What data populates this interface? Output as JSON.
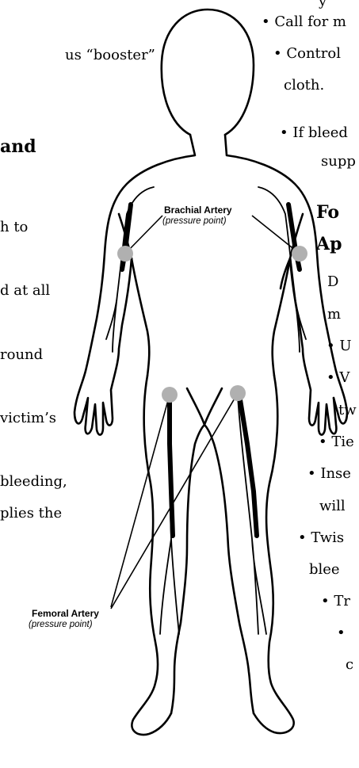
{
  "left_text": {
    "frag_booster": "us “booster”",
    "frag_and": "and",
    "frag_to": "h to",
    "frag_at_all": "d at all",
    "frag_around": "round",
    "frag_victims": "victim’s",
    "frag_bleeding": "bleeding,",
    "frag_applies": "plies the"
  },
  "right_text": {
    "frag_top": "y",
    "call": "• Call for m",
    "control": "• Control",
    "cloth": "cloth.",
    "if_bleed": "• If bleed",
    "supp": "supp",
    "heading_1": "Fo",
    "heading_2": "Ap",
    "frag_d": "D",
    "frag_m": "m",
    "bullet_u": "• U",
    "bullet_w": "• V",
    "frag_tw": "tw",
    "bullet_tie": "• Tie",
    "bullet_inse": "• Inse",
    "frag_will": "will",
    "bullet_twis": "• Twis",
    "frag_blee": "blee",
    "bullet_tr": "• Tr",
    "bullet_dot": "•",
    "frag_c": "c"
  },
  "labels": {
    "brachial_title": "Brachial Artery",
    "brachial_sub": "(pressure point)",
    "femoral_title": "Femoral Artery",
    "femoral_sub": "(pressure point)"
  }
}
